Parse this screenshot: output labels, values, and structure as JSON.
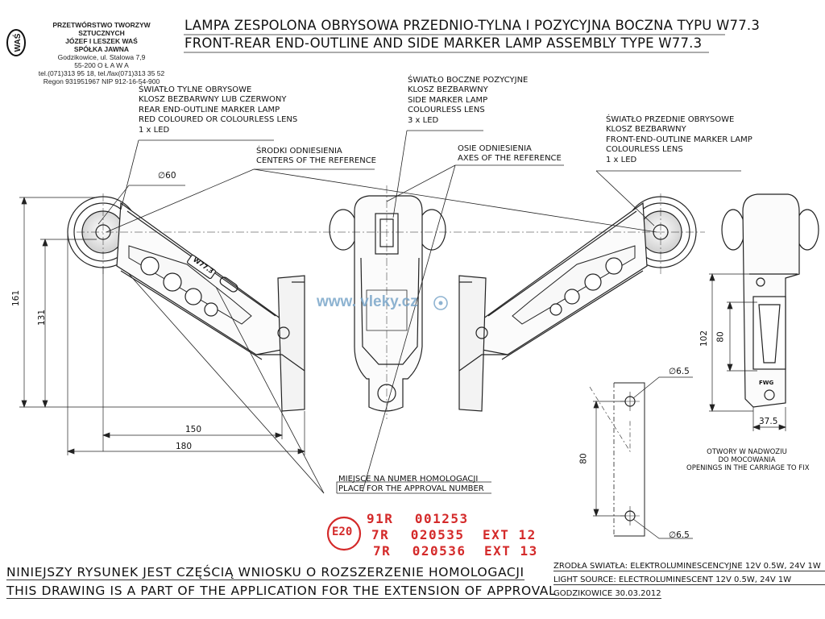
{
  "company": {
    "lines": [
      "PRZETWÓRSTWO TWORZYW SZTUCZNYCH",
      "JÓZEF I LESZEK WAŚ",
      "SPÓŁKA JAWNA",
      "Godzikowice, ul. Stalowa 7,9",
      "55-200  O Ł A W A",
      "tel.(071)313 95 18, tel./fax(071)313 35 52",
      "Regon 931951967 NIP 912-16-54-900"
    ],
    "logo_text": "WAŚ"
  },
  "title": {
    "pl": "LAMPA ZESPOLONA OBRYSOWA PRZEDNIO-TYLNA I POZYCYJNA BOCZNA TYPU W77.3",
    "en": "FRONT-REAR END-OUTLINE AND SIDE MARKER LAMP ASSEMBLY TYPE W77.3"
  },
  "labels": {
    "rear": [
      "ŚWIATŁO TYLNE OBRYSOWE",
      "KLOSZ BEZBARWNY LUB CZERWONY",
      "REAR END-OUTLINE MARKER LAMP",
      "RED COLOURED OR COLOURLESS LENS",
      "1 x LED"
    ],
    "side": [
      "ŚWIATŁO BOCZNE POZYCYJNE",
      "KLOSZ BEZBARWNY",
      "SIDE MARKER LAMP",
      "COLOURLESS LENS",
      "3 x LED"
    ],
    "front": [
      "ŚWIATŁO PRZEDNIE OBRYSOWE",
      "KLOSZ BEZBARWNY",
      "FRONT-END-OUTLINE MARKER LAMP",
      "COLOURLESS LENS",
      "1 x LED"
    ],
    "centers": [
      "ŚRODKI ODNIESIENIA",
      "CENTERS OF THE REFERENCE"
    ],
    "axes": [
      "OSIE ODNIESIENIA",
      "AXES OF THE REFERENCE"
    ],
    "approval_place": [
      "MIEJSCE NA NUMER HOMOLOGACJI",
      "PLACE FOR THE APPROVAL NUMBER"
    ],
    "openings": [
      "OTWORY W NADWOZIU",
      "DO MOCOWANIA",
      "OPENINGS IN THE CARRIAGE TO FIX"
    ]
  },
  "dimensions": {
    "d60": "∅60",
    "h161": "161",
    "h131": "131",
    "w150": "150",
    "w180": "180",
    "h102": "102",
    "h80_side": "80",
    "w37": "37.5",
    "d65_top": "∅6.5",
    "d65_bottom": "∅6.5",
    "h80_holes": "80"
  },
  "part_marks": {
    "model": "W77.3",
    "maker": "FWG"
  },
  "watermark": "www. vleky.cz",
  "stamp": {
    "mark": "E20",
    "lines": [
      {
        "code": "91R",
        "number": "001253",
        "ext": ""
      },
      {
        "code": "7R",
        "number": "020535",
        "ext": "EXT 12"
      },
      {
        "code": "7R",
        "number": "020536",
        "ext": "EXT 13"
      }
    ]
  },
  "footer": {
    "pl": "NINIEJSZY RYSUNEK JEST CZĘŚCIĄ WNIOSKU O  ROZSZERZENIE  HOMOLOGACJI",
    "en": "THIS DRAWING IS A PART OF THE APPLICATION FOR THE EXTENSION OF APPROVAL",
    "light_pl": "ŹRÓDŁA ŚWIATŁA: ELEKTROLUMINESCENCYJNE  12V  0.5W, 24V  1W",
    "light_en": "LIGHT SOURCE: ELECTROLUMINESCENT  12V  0.5W, 24V  1W",
    "date": "GODZIKOWICE 30.03.2012"
  },
  "colors": {
    "line": "#222222",
    "stamp_red": "#d42a2a",
    "watermark": "#7aa6c9"
  }
}
